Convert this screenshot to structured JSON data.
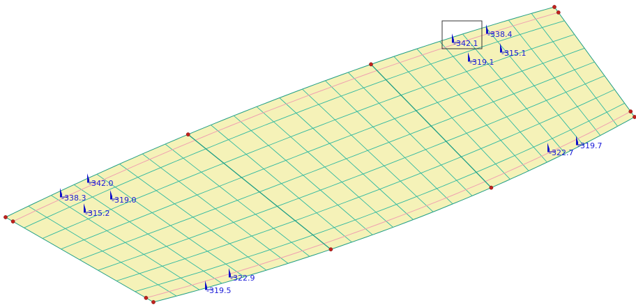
{
  "colors": {
    "surface_fill": "#f5f2b8",
    "mesh_line": "#2fb8a0",
    "boundary_line": "#1f9e85",
    "support_line": "#f0a0b0",
    "node_fill": "#c0221e",
    "label_color": "#1a1ad8",
    "marker_color": "#1010c8",
    "selection_box": "#333333"
  },
  "labels": [
    {
      "id": "label-342-0-left",
      "text": "-342.0"
    },
    {
      "id": "label-338-3-left",
      "text": "-338.3"
    },
    {
      "id": "label-319-0-left",
      "text": "-319.0"
    },
    {
      "id": "label-315-2-left",
      "text": "-315.2"
    },
    {
      "id": "label-322-9-bottom",
      "text": "-322.9"
    },
    {
      "id": "label-319-5-bottom",
      "text": "-319.5"
    },
    {
      "id": "label-338-4-top",
      "text": "-338.4"
    },
    {
      "id": "label-342-1-top",
      "text": "-342.1"
    },
    {
      "id": "label-315-1-top",
      "text": "-315.1"
    },
    {
      "id": "label-319-1-top",
      "text": "-319.1"
    },
    {
      "id": "label-322-7-right",
      "text": "-322.7"
    },
    {
      "id": "label-319-7-right",
      "text": "-319.7"
    }
  ]
}
